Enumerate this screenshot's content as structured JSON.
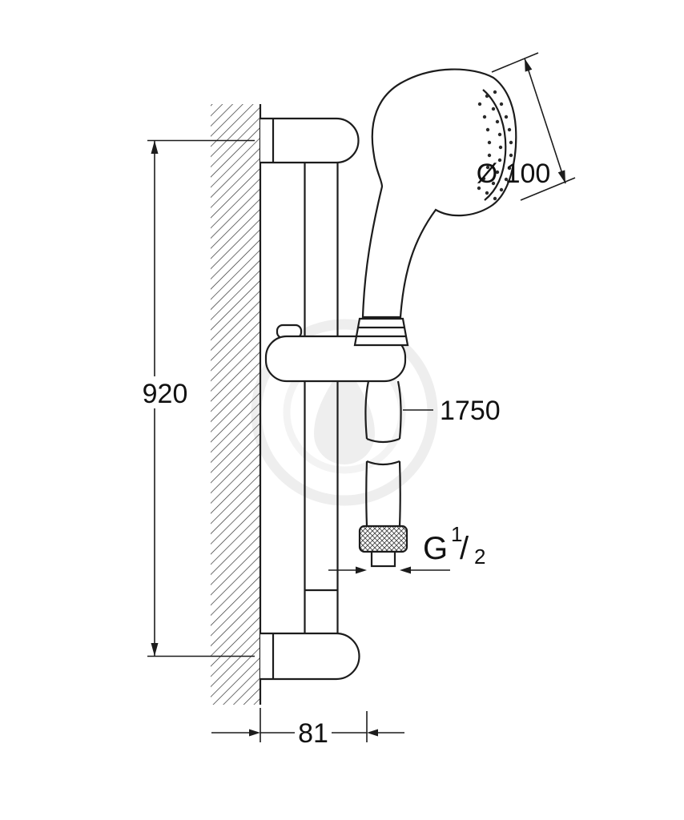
{
  "drawing": {
    "title": "shower-rail-set-technical-drawing",
    "labels": {
      "height": "920",
      "head_diameter": "Ø 100",
      "hose_length": "1750",
      "thread_base": "G",
      "thread_numerator": "1",
      "thread_slash": "/",
      "thread_denominator": "2",
      "wall_distance": "81"
    },
    "colors": {
      "line": "#1c1c1c",
      "watermark": "#ededed",
      "background": "#ffffff"
    }
  }
}
